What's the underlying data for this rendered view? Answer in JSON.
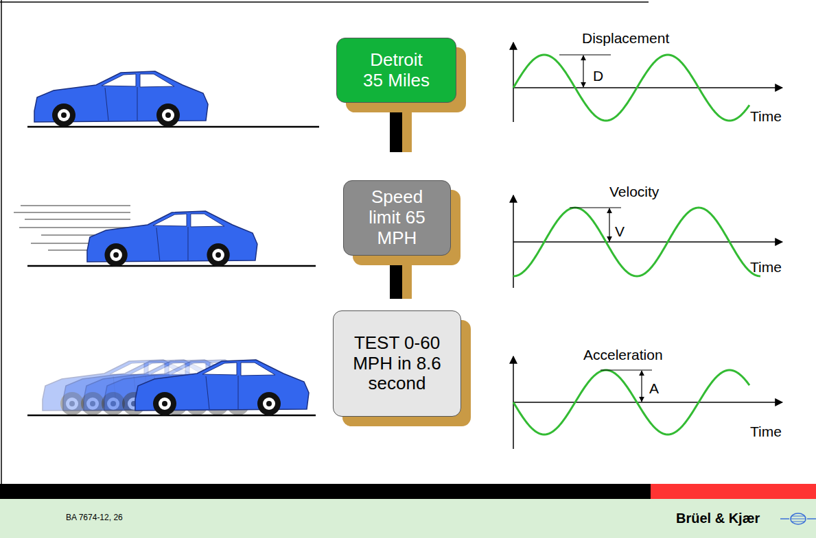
{
  "diagram": {
    "nodes": [
      {
        "text": [
          "Detroit 35 Miles"
        ]
      },
      {
        "text": [
          "Speed limit 65 MPH"
        ]
      },
      {
        "text": [
          "TEST 0-60 MPH in 8.6 second"
        ]
      }
    ],
    "labels": [
      "Displacement",
      "D",
      "Time",
      "Velocity",
      "V",
      "Time",
      "Acceleration",
      "A",
      "Time",
      "BA 7674-12, 26",
      "Brüel & Kjær"
    ]
  }
}
